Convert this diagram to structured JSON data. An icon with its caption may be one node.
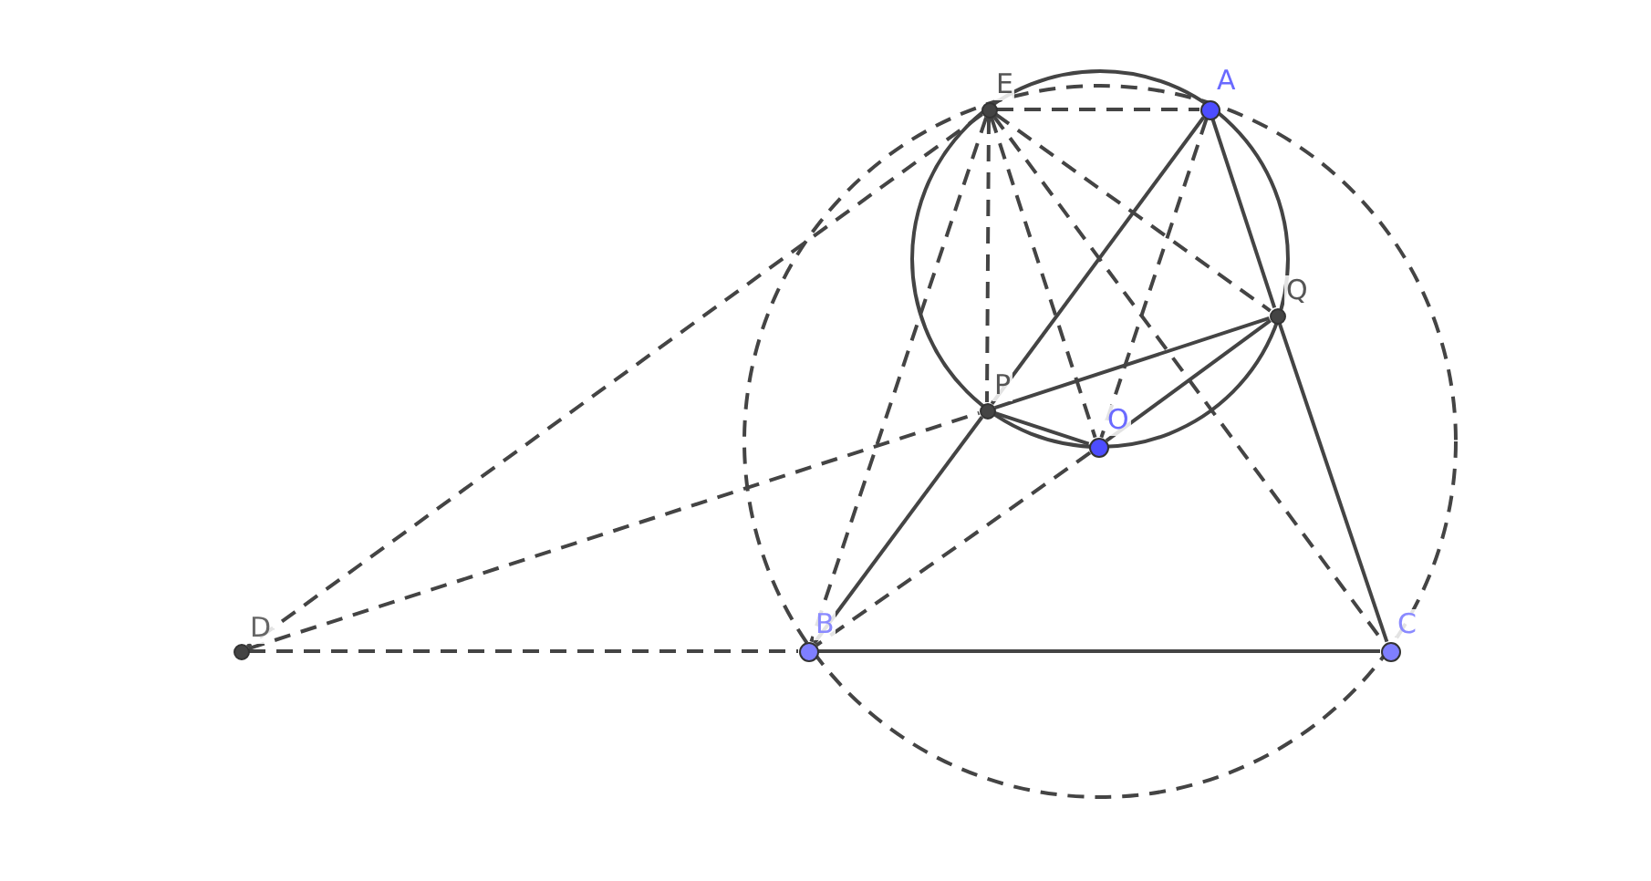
{
  "diagram": {
    "nodes": [
      {
        "text": [
          "E"
        ]
      },
      {
        "text": [
          "A"
        ]
      },
      {
        "text": [
          "Q"
        ]
      },
      {
        "text": [
          "P"
        ]
      },
      {
        "text": [
          "O"
        ]
      },
      {
        "text": [
          "D"
        ]
      },
      {
        "text": [
          "B"
        ]
      },
      {
        "text": [
          "C"
        ]
      }
    ],
    "edges": [
      {
        "from": 0,
        "to": 1,
        "arrow": "none",
        "style": "dashed"
      },
      {
        "from": 0,
        "to": 5,
        "arrow": "none",
        "style": "dashed"
      },
      {
        "from": 0,
        "to": 6,
        "arrow": "none",
        "style": "dashed"
      },
      {
        "from": 0,
        "to": 3,
        "arrow": "none",
        "style": "dashed"
      },
      {
        "from": 0,
        "to": 4,
        "arrow": "none",
        "style": "dashed"
      },
      {
        "from": 0,
        "to": 2,
        "arrow": "none",
        "style": "dashed"
      },
      {
        "from": 0,
        "to": 7,
        "arrow": "none",
        "style": "dashed"
      },
      {
        "from": 1,
        "to": 3,
        "arrow": "none"
      },
      {
        "from": 3,
        "to": 6,
        "arrow": "none"
      },
      {
        "from": 1,
        "to": 2,
        "arrow": "none"
      },
      {
        "from": 2,
        "to": 7,
        "arrow": "none"
      },
      {
        "from": 6,
        "to": 7,
        "arrow": "none"
      },
      {
        "from": 5,
        "to": 6,
        "arrow": "none",
        "style": "dashed"
      },
      {
        "from": 5,
        "to": 3,
        "arrow": "none",
        "style": "dashed"
      },
      {
        "from": 3,
        "to": 2,
        "arrow": "none"
      },
      {
        "from": 3,
        "to": 4,
        "arrow": "none"
      },
      {
        "from": 4,
        "to": 2,
        "arrow": "none"
      },
      {
        "from": 1,
        "to": 4,
        "arrow": "none",
        "style": "dashed"
      },
      {
        "from": 4,
        "to": 6,
        "arrow": "none",
        "style": "dashed"
      }
    ]
  }
}
